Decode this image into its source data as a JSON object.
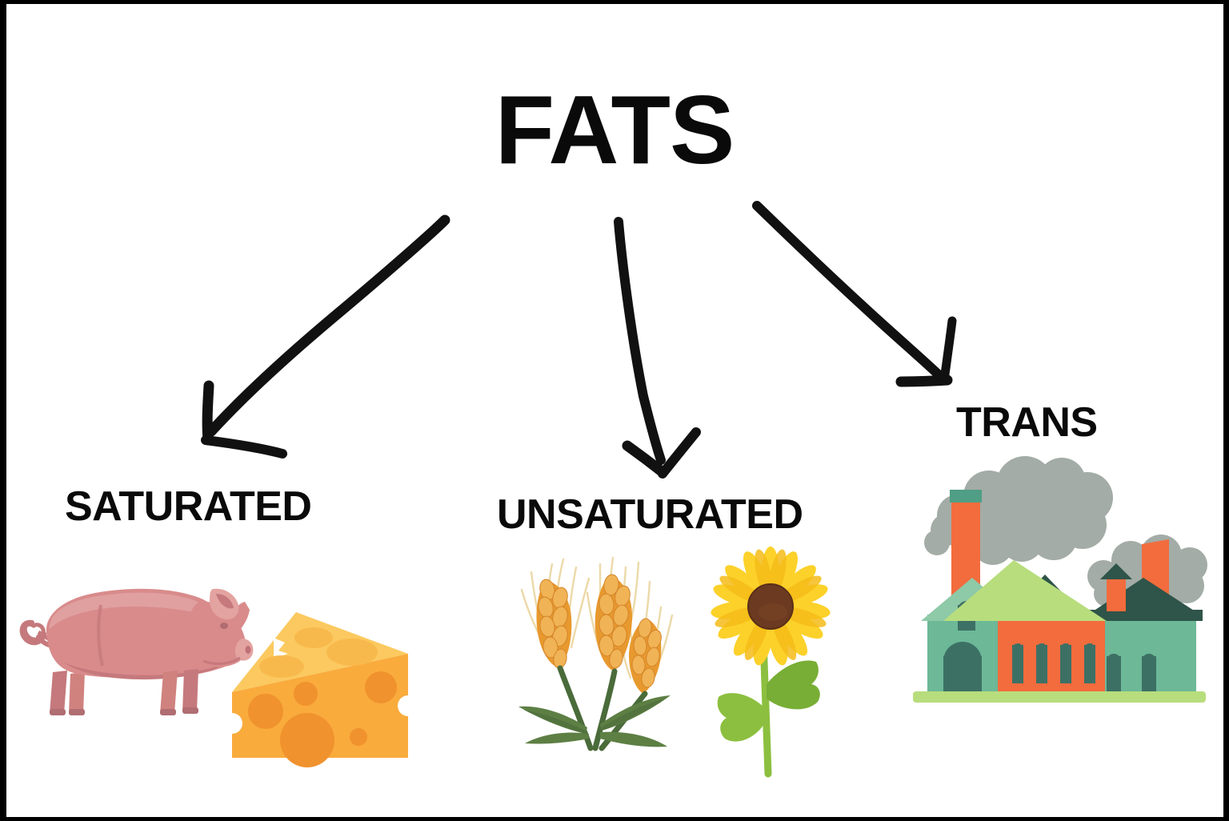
{
  "document": {
    "type": "educational-diagram",
    "topic": "Fats",
    "background_color": "#ffffff",
    "border_color": "#000000",
    "text_color": "#0a0a0a"
  },
  "title": {
    "text": "FATS"
  },
  "branches": [
    {
      "id": "saturated",
      "label": "SATURATED",
      "arrow": "down-left-arrow",
      "icons": [
        "pig-illustration",
        "cheese-wedge-illustration"
      ]
    },
    {
      "id": "unsaturated",
      "label": "UNSATURATED",
      "arrow": "down-arrow",
      "icons": [
        "wheat-stalks-illustration",
        "sunflower-illustration"
      ]
    },
    {
      "id": "trans",
      "label": "TRANS",
      "arrow": "down-right-arrow",
      "icons": [
        "factory-illustration"
      ]
    }
  ],
  "palette": {
    "pig_body": "#d98b8b",
    "pig_shade": "#c5797c",
    "pig_light": "#e3a3a0",
    "cheese_top": "#fbc95f",
    "cheese_front": "#f9ab3c",
    "cheese_hole": "#f0922e",
    "wheat_grain": "#e8992e",
    "wheat_grain_light": "#f0b355",
    "wheat_awn": "#ecd9a8",
    "wheat_stem": "#4a6b3a",
    "wheat_leaf": "#5d7f44",
    "sunflower_petal": "#fcd12a",
    "sunflower_petal_dark": "#f5bc18",
    "sunflower_center": "#6b3a20",
    "sunflower_stem": "#8cbf3f",
    "factory_orange": "#f26c3d",
    "factory_green": "#6cb897",
    "factory_roof_light": "#b8dd7d",
    "factory_roof_dark": "#2f5449",
    "factory_teal_cap": "#4f9e85",
    "smoke_gray": "#a3aca6",
    "arrow_black": "#111111"
  }
}
